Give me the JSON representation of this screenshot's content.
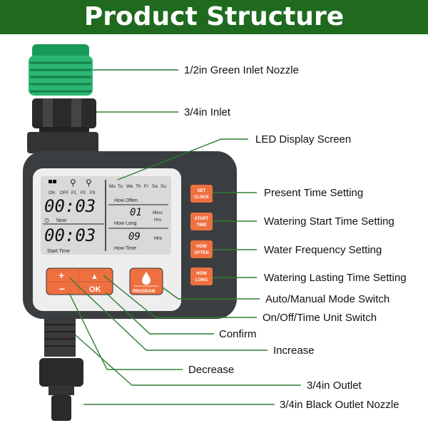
{
  "title": "Product Structure",
  "colors": {
    "header": "#1f6a1f",
    "leader": "#2e7d32",
    "button": "#ee7040",
    "body": "#3b3e40",
    "lcd": "#d9d9d9",
    "nozzle": "#2bb673"
  },
  "labels": {
    "green_inlet_nozzle": "1/2in Green Inlet Nozzle",
    "inlet": "3/4in Inlet",
    "led_display": "LED Display Screen",
    "present_time": "Present Time Setting",
    "start_time": "Watering Start Time Setting",
    "frequency": "Water Frequency Setting",
    "lasting_time": "Watering Lasting Time Setting",
    "auto_manual": "Auto/Manual Mode Switch",
    "on_off": "On/Off/Time Unit Switch",
    "confirm": "Confirm",
    "increase": "Increase",
    "decrease": "Decrease",
    "outlet": "3/4in Outlet",
    "black_nozzle": "3/4in Black Outlet Nozzle"
  },
  "lcd": {
    "modes": [
      "ON",
      "OFF",
      "P1",
      "P2",
      "P3"
    ],
    "now_time": "00:03",
    "now_label": "Now",
    "start_time": "00:03",
    "start_label": "Start Time",
    "days": [
      "Mo",
      "Tu",
      "We",
      "Th",
      "Fr",
      "Sa",
      "Su"
    ],
    "how_often": "How  Often",
    "how_long_value": "01",
    "how_long": "How Long",
    "units_mins": "Mins",
    "units_hrs": "Hrs",
    "how_time_value": "09",
    "how_time": "How Time",
    "hrs": "Hrs"
  },
  "buttons": {
    "plus": "+",
    "minus": "−",
    "up": "▲",
    "ok": "OK",
    "program": "PROGRAM",
    "set_clock": [
      "SET",
      "CLOCK"
    ],
    "start_time": [
      "START",
      "TIME"
    ],
    "how_often": [
      "HOW",
      "OFTEN"
    ],
    "how_long": [
      "HOW",
      "LONG"
    ]
  }
}
